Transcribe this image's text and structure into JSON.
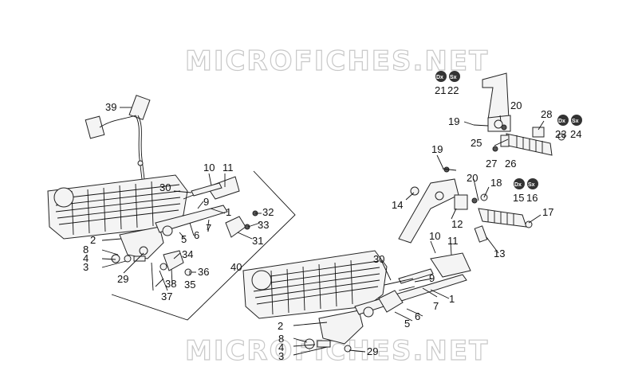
{
  "watermark": "MICROFICHES.NET",
  "labels": {
    "l1": "1",
    "l2": "2",
    "l3": "3",
    "l4": "4",
    "l5": "5",
    "l6": "6",
    "l7": "7",
    "l8": "8",
    "l9": "9",
    "l10": "10",
    "l11": "11",
    "l12": "12",
    "l13": "13",
    "l14": "14",
    "l15": "15",
    "l16": "16",
    "l17": "17",
    "l18": "18",
    "l19": "19",
    "l20": "20",
    "l21": "21",
    "l22": "22",
    "l23": "23",
    "l24": "24",
    "l25": "25",
    "l26": "26",
    "l27": "27",
    "l28": "28",
    "l29": "29",
    "l30": "30",
    "l31": "31",
    "l32": "32",
    "l33": "33",
    "l34": "34",
    "l35": "35",
    "l36": "36",
    "l37": "37",
    "l38": "38",
    "l39": "39",
    "l40": "40"
  },
  "badges": {
    "dx": "Dx",
    "sx": "Sx"
  }
}
